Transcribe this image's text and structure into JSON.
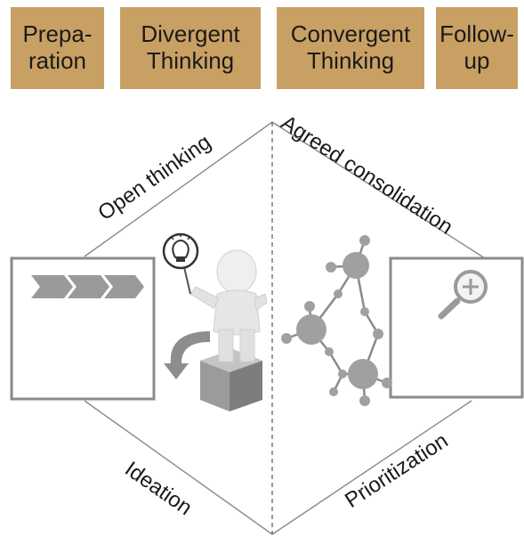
{
  "phases": [
    {
      "line1": "Prepa-",
      "line2": "ration"
    },
    {
      "line1": "Divergent",
      "line2": "Thinking"
    },
    {
      "line1": "Convergent",
      "line2": "Thinking"
    },
    {
      "line1": "Follow-",
      "line2": "up"
    }
  ],
  "labels": {
    "top_left": "Open thinking",
    "top_right": "Agreed consolidation",
    "bottom_left": "Ideation",
    "bottom_right": "Prioritization"
  },
  "colors": {
    "header_bg": "#C9A063",
    "line": "#8a8a8a",
    "box_border": "#8a8a8a",
    "chevron": "#9a9a9a",
    "figure": "#e8e8e8",
    "molecule": "#a0a0a0",
    "cube": "#9b9b9b"
  },
  "icons": [
    "chevron-arrows-icon",
    "lightbulb-icon",
    "thinking-person-icon",
    "curved-arrow-icon",
    "cube-icon",
    "molecule-network-icon",
    "magnifier-plus-icon"
  ]
}
